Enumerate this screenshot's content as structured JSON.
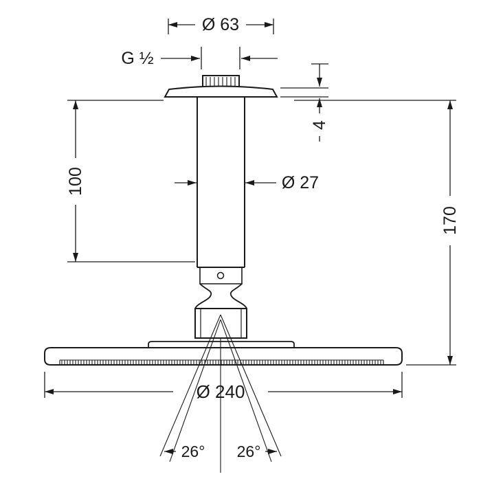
{
  "drawing": {
    "colors": {
      "line": "#1a1a1a",
      "background": "#ffffff"
    },
    "labels": {
      "top_diameter": "Ø 63",
      "thread_size": "G ½",
      "flange_thickness": "4",
      "pipe_length": "100",
      "pipe_diameter": "Ø 27",
      "overall_height": "170",
      "head_diameter": "Ø 240",
      "spray_angle_left": "26°",
      "spray_angle_right": "26°"
    }
  }
}
